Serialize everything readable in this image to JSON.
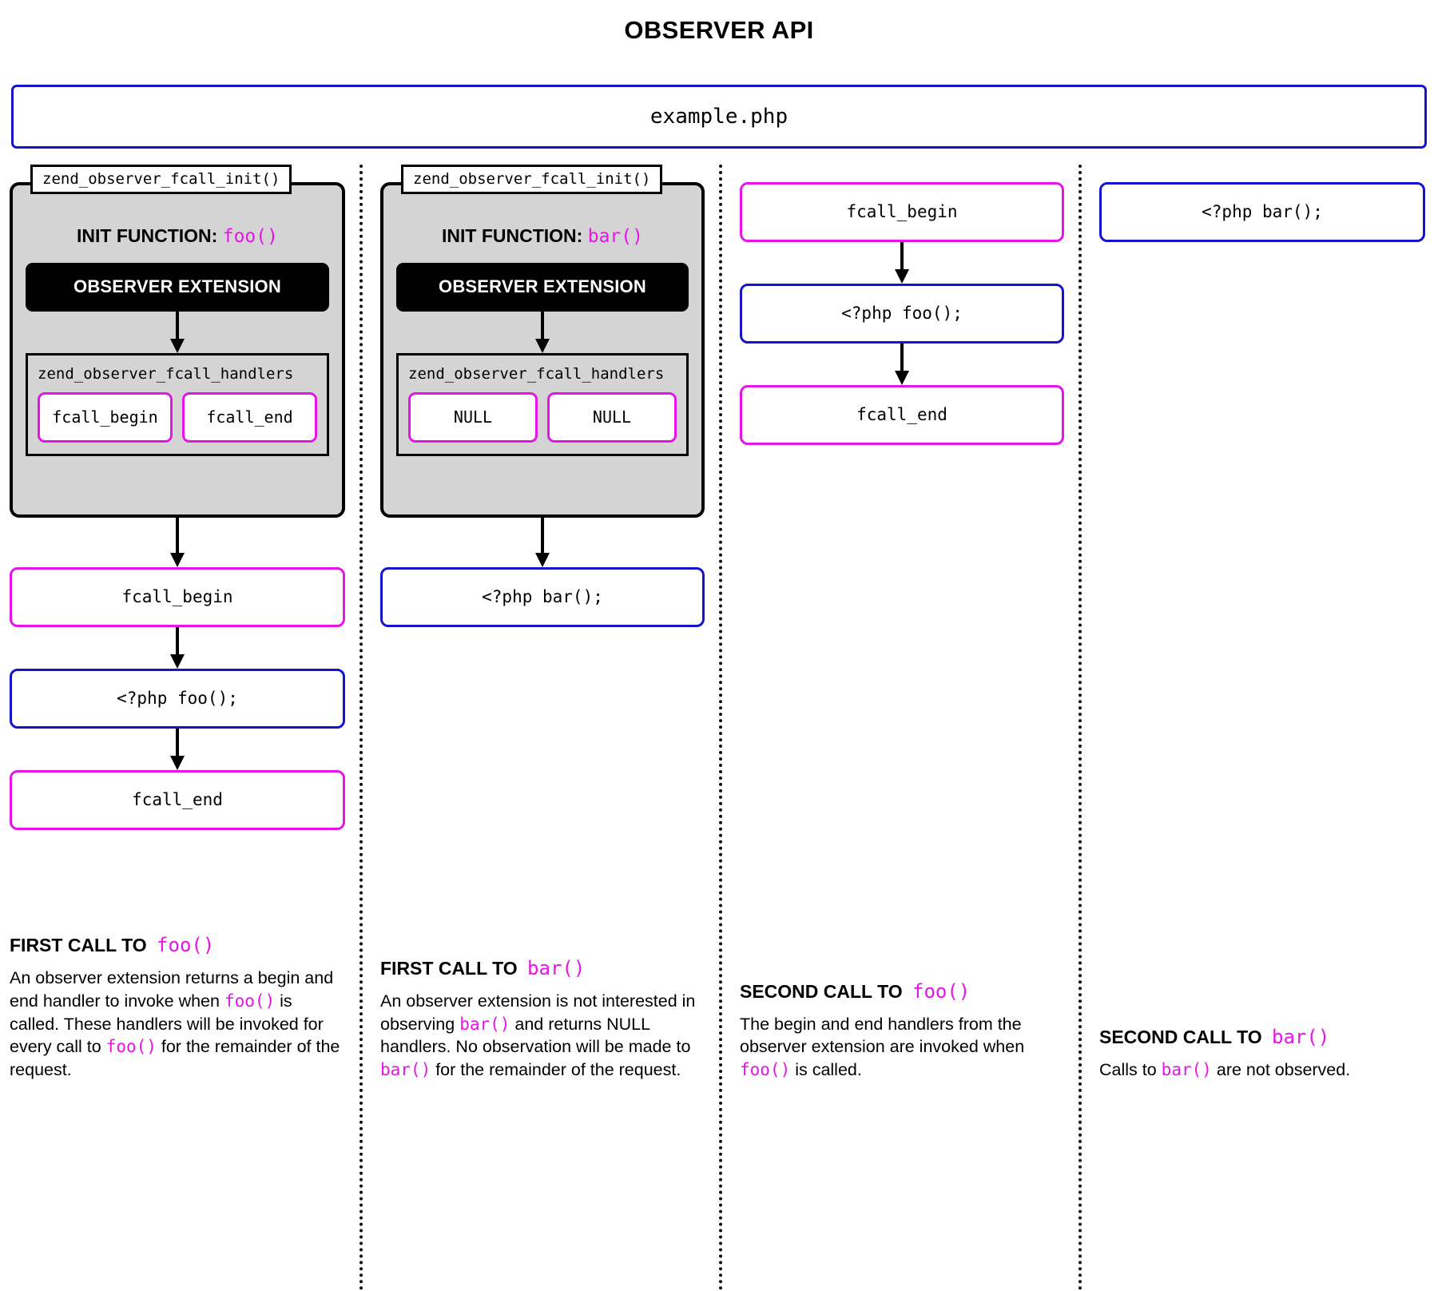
{
  "title": "OBSERVER API",
  "file_banner": "example.php",
  "labels": {
    "init_label": "zend_observer_fcall_init()",
    "init_prefix": "INIT FUNCTION:",
    "observer_extension": "OBSERVER EXTENSION",
    "handlers_struct": "zend_observer_fcall_handlers"
  },
  "columns": [
    {
      "id": "first-call-foo",
      "init_label": "zend_observer_fcall_init()",
      "init_function": "foo()",
      "observer_extension": "OBSERVER EXTENSION",
      "handlers_title": "zend_observer_fcall_handlers",
      "handlers": [
        "fcall_begin",
        "fcall_end"
      ],
      "flow": [
        {
          "text": "fcall_begin",
          "color": "pink"
        },
        {
          "text": "<?php foo();",
          "color": "blue"
        },
        {
          "text": "fcall_end",
          "color": "pink"
        }
      ],
      "caption_title_prefix": "FIRST CALL TO",
      "caption_title_fn": "foo()",
      "caption_parts": [
        {
          "t": "An observer extension returns a begin and end handler to invoke when ",
          "code": false
        },
        {
          "t": "foo()",
          "code": true
        },
        {
          "t": " is called. These handlers will be invoked for every call to ",
          "code": false
        },
        {
          "t": "foo()",
          "code": true
        },
        {
          "t": " for the remainder of the request.",
          "code": false
        }
      ]
    },
    {
      "id": "first-call-bar",
      "init_label": "zend_observer_fcall_init()",
      "init_function": "bar()",
      "observer_extension": "OBSERVER EXTENSION",
      "handlers_title": "zend_observer_fcall_handlers",
      "handlers": [
        "NULL",
        "NULL"
      ],
      "flow": [
        {
          "text": "<?php bar();",
          "color": "blue"
        }
      ],
      "caption_title_prefix": "FIRST CALL TO",
      "caption_title_fn": "bar()",
      "caption_parts": [
        {
          "t": "An observer extension is not interested in observing ",
          "code": false
        },
        {
          "t": "bar()",
          "code": true
        },
        {
          "t": " and returns NULL handlers. No observation will be made to ",
          "code": false
        },
        {
          "t": "bar()",
          "code": true
        },
        {
          "t": " for the remainder of the request.",
          "code": false
        }
      ]
    },
    {
      "id": "second-call-foo",
      "init_label": null,
      "init_function": null,
      "observer_extension": null,
      "handlers_title": null,
      "handlers": [],
      "flow": [
        {
          "text": "fcall_begin",
          "color": "pink"
        },
        {
          "text": "<?php foo();",
          "color": "blue"
        },
        {
          "text": "fcall_end",
          "color": "pink"
        }
      ],
      "caption_title_prefix": "SECOND CALL TO",
      "caption_title_fn": "foo()",
      "caption_parts": [
        {
          "t": "The begin and end handlers from the observer extension are invoked when ",
          "code": false
        },
        {
          "t": "foo()",
          "code": true
        },
        {
          "t": " is called.",
          "code": false
        }
      ]
    },
    {
      "id": "second-call-bar",
      "init_label": null,
      "init_function": null,
      "observer_extension": null,
      "handlers_title": null,
      "handlers": [],
      "flow": [
        {
          "text": "<?php bar();",
          "color": "blue"
        }
      ],
      "caption_title_prefix": "SECOND CALL TO",
      "caption_title_fn": "bar()",
      "caption_parts": [
        {
          "t": "Calls to ",
          "code": false
        },
        {
          "t": "bar()",
          "code": true
        },
        {
          "t": " are not observed.",
          "code": false
        }
      ]
    }
  ],
  "colors": {
    "pink": "#e614e6",
    "blue": "#1414d0",
    "card_gray": "#d4d4d4",
    "black": "#000000"
  }
}
